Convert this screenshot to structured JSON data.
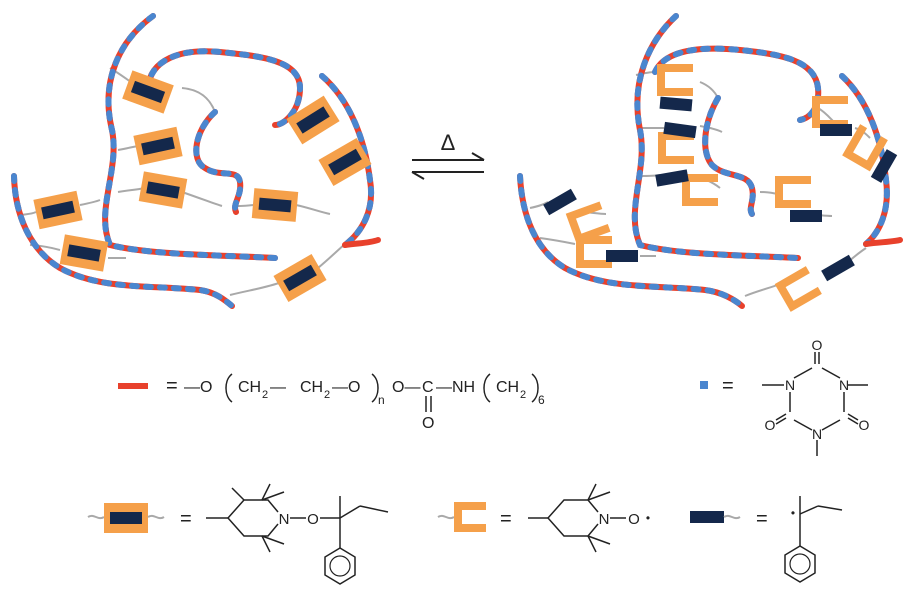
{
  "colors": {
    "segment_red": "#e8412c",
    "segment_blue": "#4a86cf",
    "adduct_orange": "#f5a04a",
    "radical_navy": "#14284b",
    "linker_gray": "#a9a9a9",
    "ink": "#222222"
  },
  "equilibrium": {
    "symbol": "Δ"
  },
  "legend": {
    "equals": "=",
    "pu_segment": {
      "t_o1": "—O",
      "t_ch2a": "CH",
      "t_sub2a": "2",
      "t_dash": "—",
      "t_ch2b": "CH",
      "t_sub2b": "2",
      "t_o2": "—O",
      "t_n": "n",
      "t_o3": "O—",
      "t_c": "C",
      "t_nh": "—NH",
      "t_ch2c": "CH",
      "t_sub2c": "2",
      "t_six": "6",
      "t_o_carbonyl": "O"
    },
    "isocyanurate": {
      "n1": "N",
      "n2": "N",
      "n3": "N",
      "o1": "O",
      "o2": "O",
      "o3": "O"
    },
    "alkoxyamine": {
      "n": "N",
      "o": "O"
    },
    "nitroxide": {
      "n": "N",
      "o": "O",
      "dot": "•"
    },
    "styryl": {
      "dot": "•"
    }
  }
}
